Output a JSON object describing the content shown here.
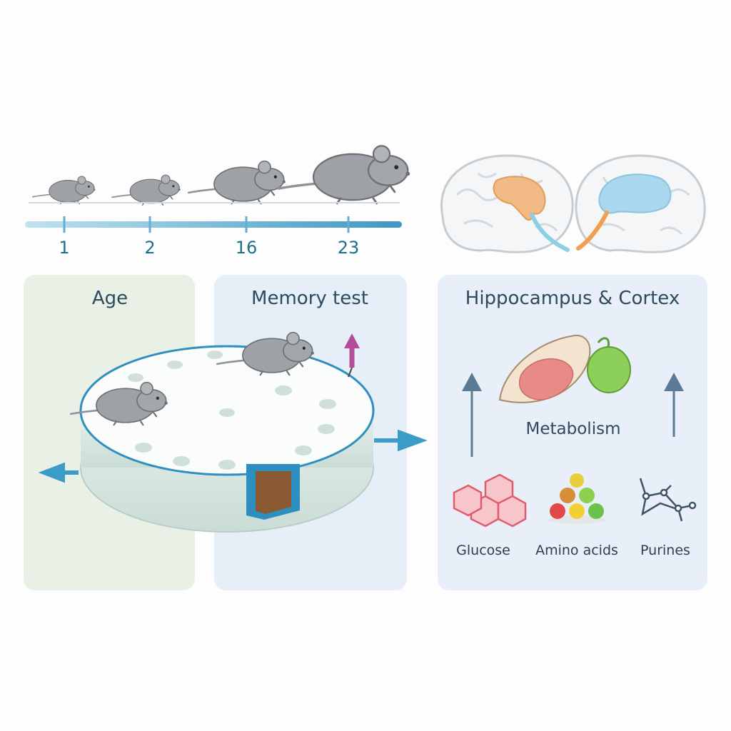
{
  "timeline": {
    "ages": [
      "1",
      "2",
      "16",
      "23"
    ]
  },
  "panels": {
    "age": {
      "title": "Age"
    },
    "memory": {
      "title": "Memory test"
    },
    "brain": {
      "title": "Hippocampus & Cortex"
    }
  },
  "metabolism": {
    "label": "Metabolism",
    "molecules": [
      "Glucose",
      "Amino acids",
      "Purines"
    ]
  },
  "colors": {
    "timeline": "#4aa3c9",
    "arrow_blue": "#3a9cc7",
    "arrow_purple": "#b54c9a",
    "mouse": "#9a9ea3",
    "hippocampus_orange": "#f2b47a",
    "hippocampus_blue": "#a9d4ec"
  }
}
